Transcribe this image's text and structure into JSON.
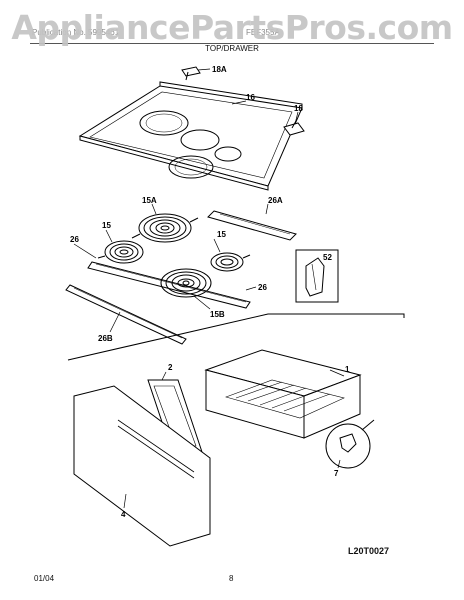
{
  "watermark": "AppliancePartsPros.com",
  "header": {
    "left_text": "Publication No. 5995461",
    "right_text": "FEF355A",
    "title": "TOP/DRAWER"
  },
  "callouts": {
    "c18a": "18A",
    "c16": "16",
    "c18": "18",
    "c15a": "15A",
    "c26a": "26A",
    "c26_left": "26",
    "c15_left": "15",
    "c15_right": "15",
    "c52": "52",
    "c26_right": "26",
    "c15b": "15B",
    "c26b": "26B",
    "c1": "1",
    "c2": "2",
    "c7": "7",
    "c4": "4"
  },
  "diagram_code": "L20T0027",
  "footer": {
    "date": "01/04",
    "page": "8"
  }
}
